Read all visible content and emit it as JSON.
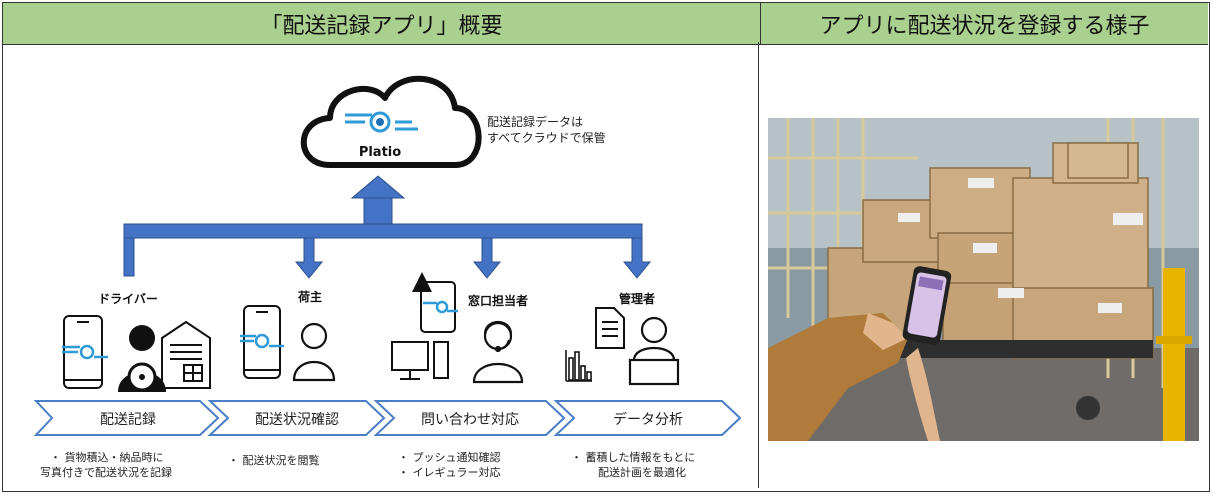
{
  "header": {
    "left_title": "「配送記録アプリ」概要",
    "right_title": "アプリに配送状況を登録する様子"
  },
  "cloud": {
    "logo_text": "Platio",
    "note_line1": "配送記録データは",
    "note_line2": "すべてクラウドで保管"
  },
  "roles": [
    {
      "label": "ドライバー"
    },
    {
      "label": "荷主"
    },
    {
      "label": "窓口担当者"
    },
    {
      "label": "管理者"
    }
  ],
  "steps": [
    {
      "label": "配送記録"
    },
    {
      "label": "配送状況確認"
    },
    {
      "label": "問い合わせ対応"
    },
    {
      "label": "データ分析"
    }
  ],
  "descriptions": {
    "driver": [
      "・ 貨物積込・納品時に",
      "写真付きで配送状況を記録"
    ],
    "shipper": [
      "・ 配送状況を閲覧"
    ],
    "contact": [
      "・ プッシュ通知確認",
      "・ イレギュラー対応"
    ],
    "manager": [
      "・ 蓄積した情報をもとに",
      "配送計画を最適化"
    ]
  },
  "colors": {
    "header_bg": "#a9d08e",
    "arrow_blue": "#4472c4",
    "accent_cyan": "#00b0f0",
    "chevron_blue": "#4a7ec7"
  }
}
